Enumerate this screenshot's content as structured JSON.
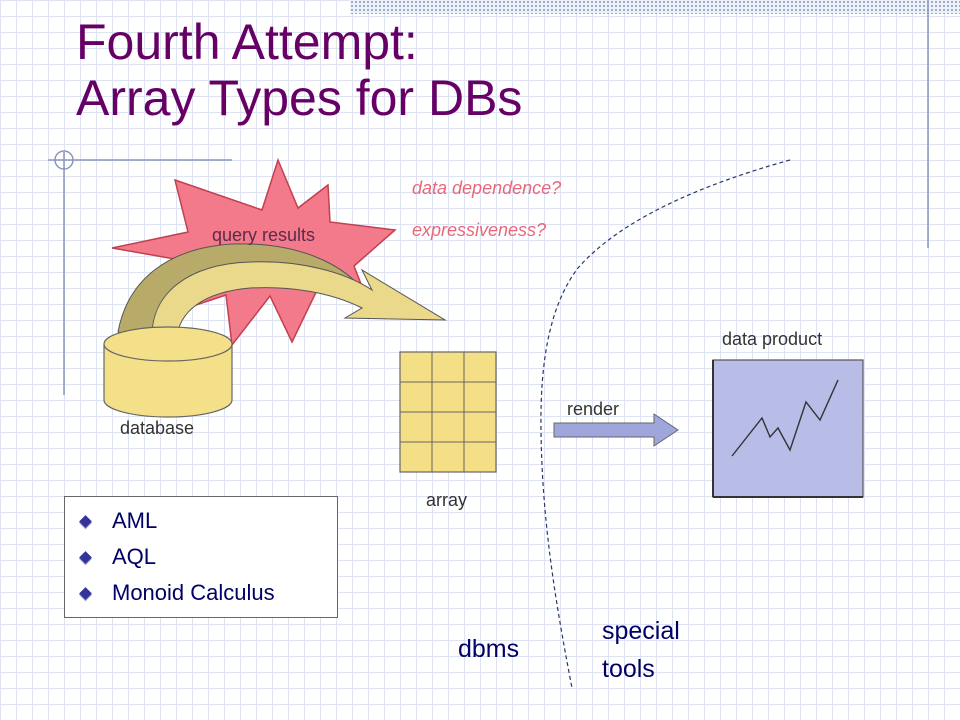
{
  "slide": {
    "title_line1": "Fourth Attempt:",
    "title_line2": "Array Types for DBs"
  },
  "diagram": {
    "burst_label": "query results",
    "question1": "data dependence?",
    "question2": "expressiveness?",
    "database_label": "database",
    "array_label": "array",
    "render_label": "render",
    "data_product_label": "data product",
    "region_left_label": "dbms",
    "region_right_label": "special tools"
  },
  "bullet_list": {
    "items": [
      "AML",
      "AQL",
      "Monoid Calculus"
    ]
  },
  "colors": {
    "title": "#660066",
    "burst": "#f27a8a",
    "arrow_fill": "#ead98a",
    "arrow_shadow": "#b8ab6a",
    "cylinder": "#f5e08a",
    "array_cell": "#f4de86",
    "plot_bg": "#b8bde8",
    "render_arrow": "#9ea6dc",
    "question_text": "#e8677a"
  },
  "icons": {
    "bullet": "diamond-bullet-icon",
    "database": "cylinder-icon",
    "burst": "starburst-icon"
  }
}
